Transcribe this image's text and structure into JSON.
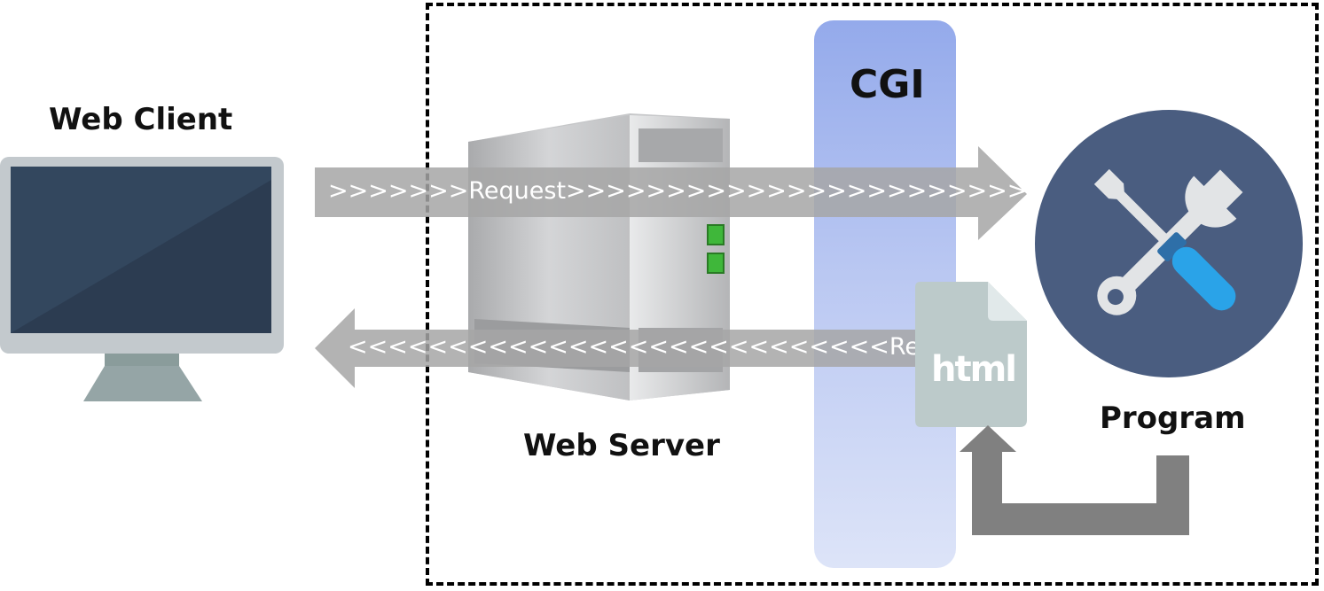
{
  "labels": {
    "web_client": "Web Client",
    "web_server": "Web Server",
    "cgi": "CGI",
    "program": "Program",
    "html_doc": "html"
  },
  "arrows": {
    "request": ">>>>>>>Request>>>>>>>>>>>>>>>>>>>>>>>>>>>",
    "response": "<<<<<<<<<<<<<<<<<<<<<<<<<<<Response<<"
  },
  "colors": {
    "arrow_gray": "#a6a6a6",
    "return_arrow": "#808080",
    "cgi_blue": "#94aaeb",
    "program_circle": "#4a5d80",
    "monitor_screen": "#33475e",
    "html_doc": "#bccaca"
  },
  "icons": [
    "monitor-icon",
    "server-tower-icon",
    "tools-icon",
    "html-file-icon"
  ]
}
